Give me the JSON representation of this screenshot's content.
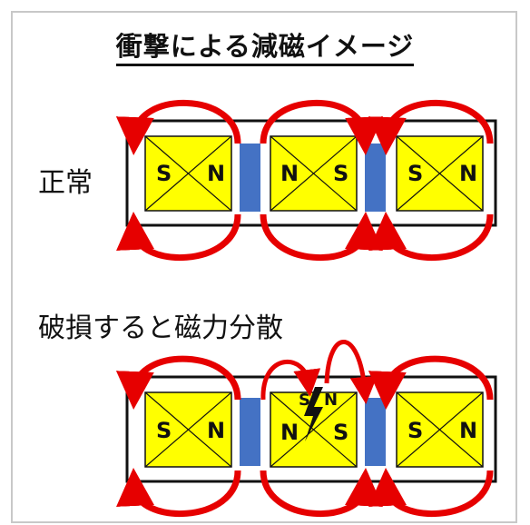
{
  "title": "衝撃による減磁イメージ",
  "normal_label": "正常",
  "broken_label": "破損すると磁力分散",
  "normal_magnets": [
    {
      "left": "S",
      "right": "N"
    },
    {
      "left": "N",
      "right": "S"
    },
    {
      "left": "S",
      "right": "N"
    }
  ],
  "broken_magnets": [
    {
      "left": "S",
      "right": "N"
    },
    {
      "left": "N",
      "right": "S",
      "top_left": "S",
      "top_right": "N"
    },
    {
      "left": "S",
      "right": "N"
    }
  ],
  "colors": {
    "magnet": "#ffff00",
    "spacer": "#4472c4",
    "arrow": "#e60000",
    "frame": "#c8c8c8"
  }
}
